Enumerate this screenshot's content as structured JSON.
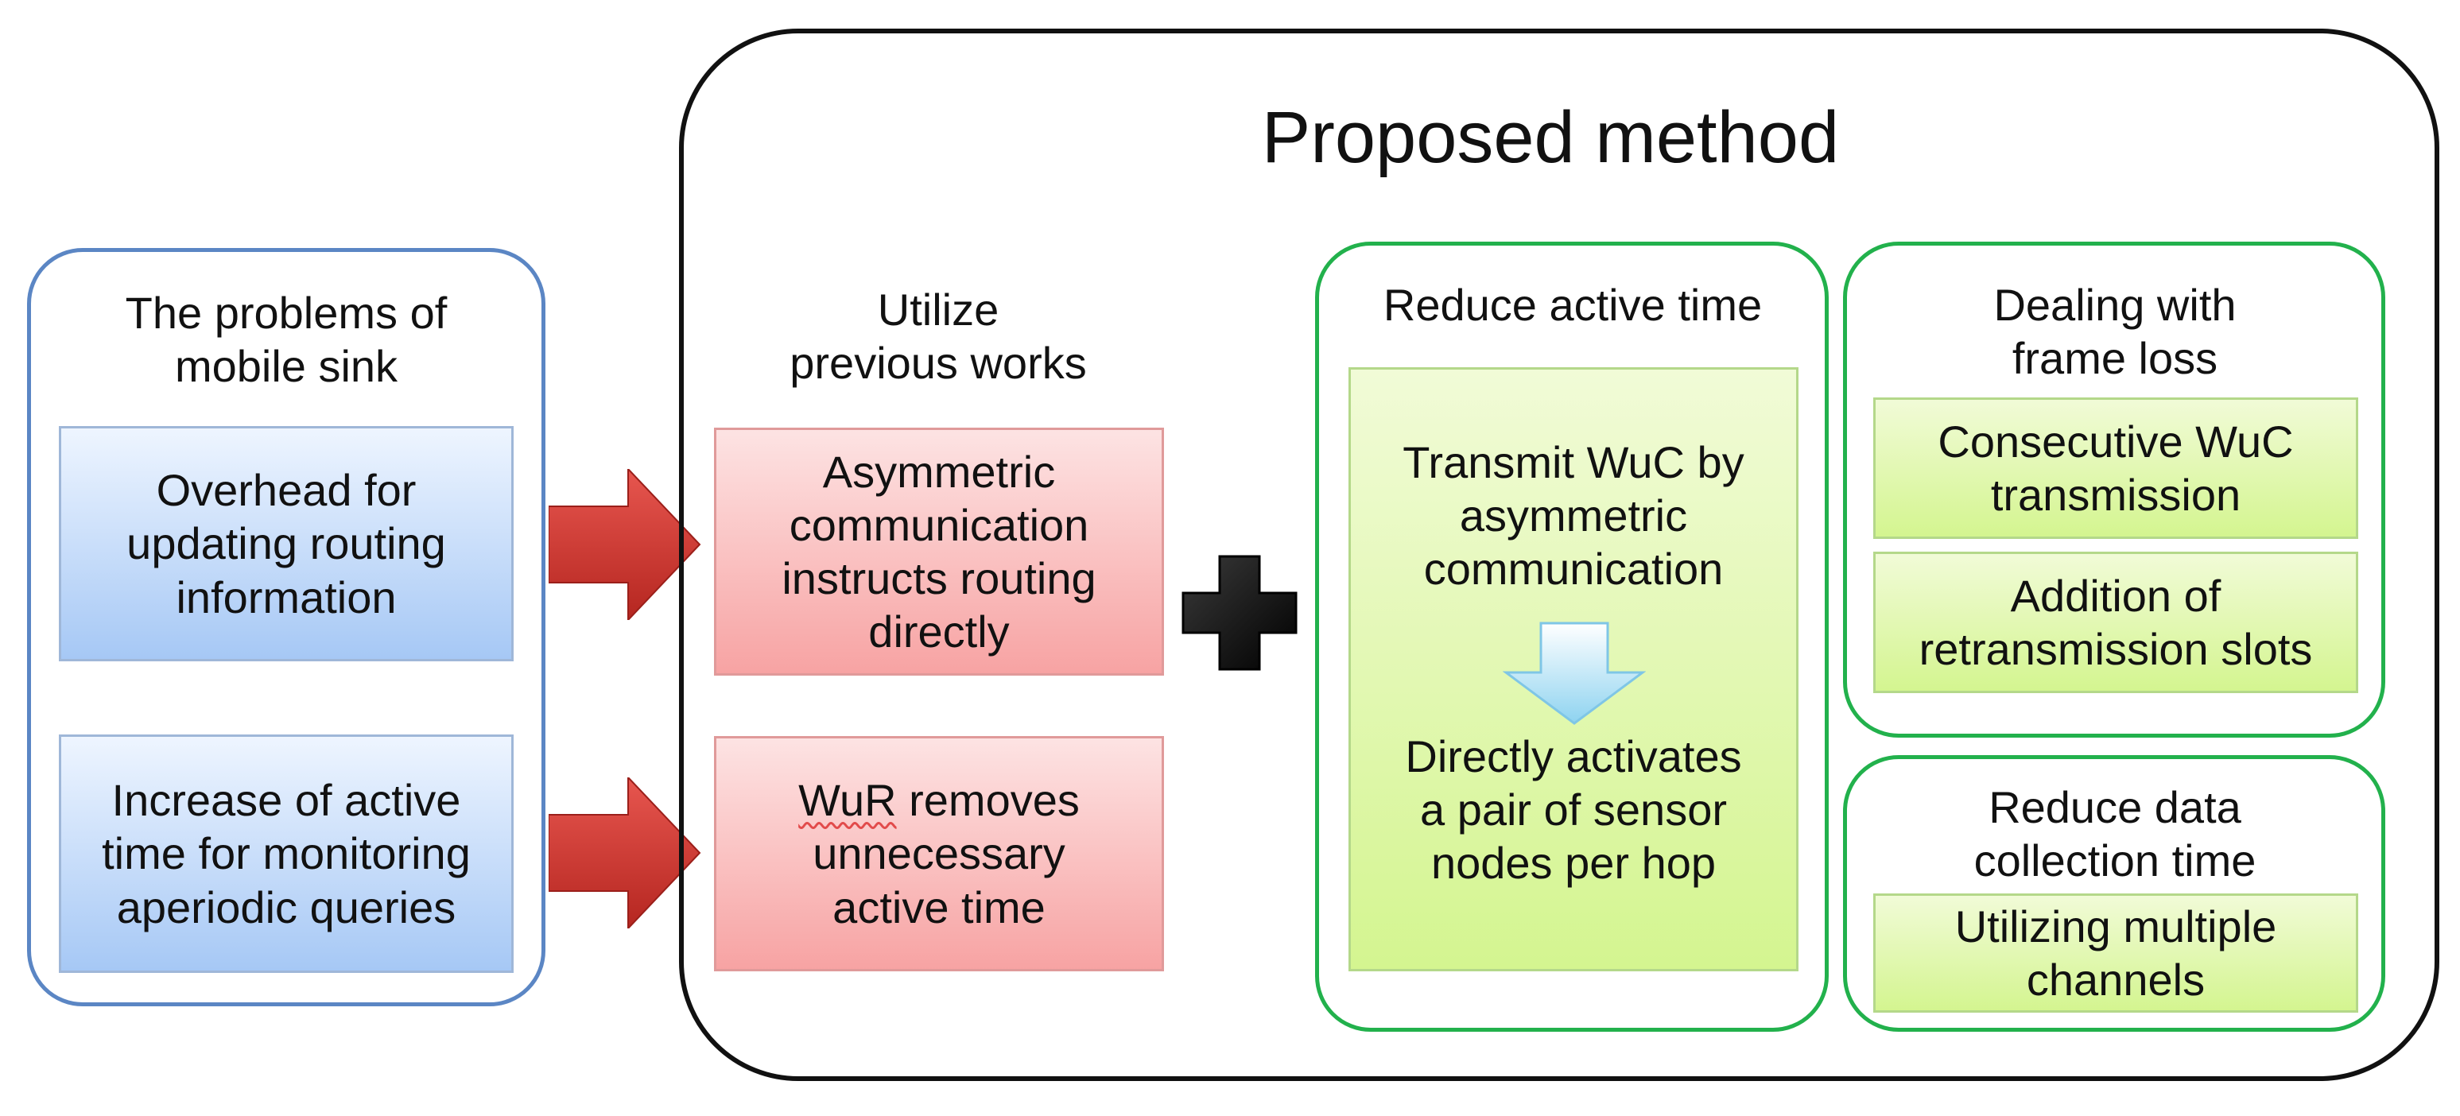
{
  "colors": {
    "problems_border": "#5b86c4",
    "method_border": "#111111",
    "green_border": "#22b14c",
    "arrow_red": "#d83a33",
    "arrow_cyan": "#9fdcf3"
  },
  "problems": {
    "title": "The problems of\nmobile sink",
    "item1": "Overhead for\nupdating routing\ninformation",
    "item2": "Increase of active\ntime for monitoring\naperiodic queries"
  },
  "method": {
    "title": "Proposed method",
    "previous": {
      "title": "Utilize\nprevious works",
      "item1": "Asymmetric\ncommunication\ninstructs routing\ndirectly",
      "item2_word": "WuR",
      "item2_rest": " removes\nunnecessary\nactive time"
    },
    "reduce_active": {
      "title": "Reduce active time",
      "top": "Transmit WuC by\nasymmetric\ncommunication",
      "bottom": "Directly activates\na pair of sensor\nnodes per hop"
    },
    "frame_loss": {
      "title": "Dealing with\nframe loss",
      "item1": "Consecutive WuC\ntransmission",
      "item2": "Addition of\nretransmission slots"
    },
    "collection": {
      "title": "Reduce data\ncollection time",
      "item1": "Utilizing multiple\nchannels"
    }
  },
  "icons": [
    "right-arrow-icon",
    "plus-icon",
    "down-arrow-icon"
  ]
}
